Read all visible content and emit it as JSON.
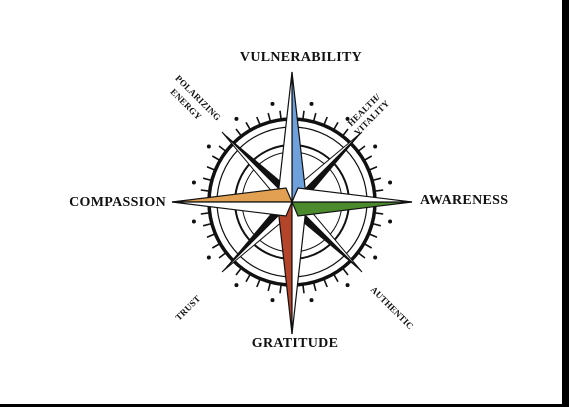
{
  "diagram": {
    "labels": {
      "north": "VULNERABILITY",
      "south": "GRATITUDE",
      "east": "AWARENESS",
      "west": "COMPASSION",
      "ne_line1": "HEALTH/",
      "ne_line2": "VITALITY",
      "nw_line1": "POLARIZING",
      "nw_line2": "ENERGY",
      "se": "AUTHENTIC",
      "sw": "TRUST"
    },
    "colors": {
      "north_fill": "#6ea0dc",
      "south_fill": "#b4452a",
      "east_fill": "#4c8a2e",
      "west_fill": "#e2a052",
      "line": "#111111",
      "background": "#ffffff"
    }
  }
}
